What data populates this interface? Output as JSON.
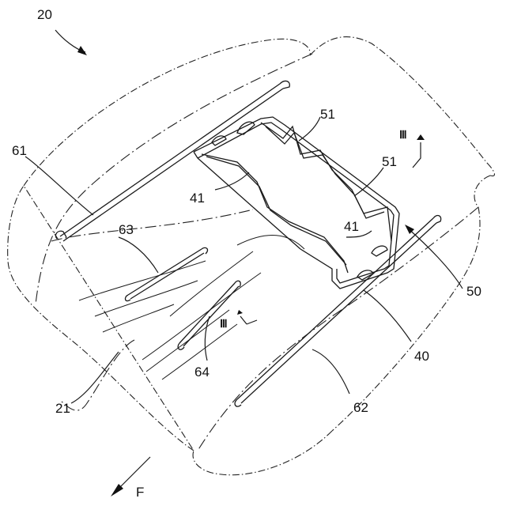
{
  "figure": {
    "labels": {
      "seat": "20",
      "seat_surface": "21",
      "frame_wire": "40",
      "frame_wire_arm_upper": "41",
      "frame_wire_arm_lower": "41",
      "support_wire": "50",
      "support_bend_upper": "51",
      "support_bend_lower": "51",
      "clip_rod_left": "61",
      "clip_rod_right": "62",
      "clip_rod_mid": "63",
      "clip_rod_inner": "64",
      "forward_direction": "F"
    },
    "section_marks": {
      "upper": "Ⅲ",
      "lower": "Ⅲ"
    }
  }
}
